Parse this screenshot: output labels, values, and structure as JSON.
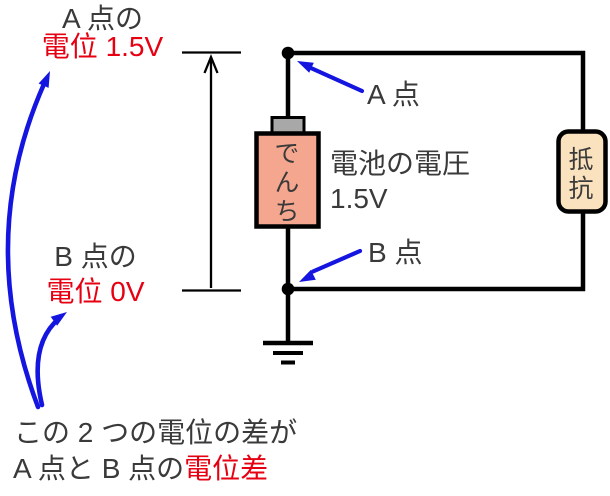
{
  "colors": {
    "wire": "#000000",
    "text": "#3a3a3a",
    "red": "#e60012",
    "blue": "#1515e0",
    "battery_body": "#f5a68f",
    "battery_cap": "#a8a8a8",
    "resistor_body": "#fae2be"
  },
  "potentials": {
    "point_a_line1": "A 点の",
    "point_a_line2": "電位 1.5V",
    "point_b_line1": "B 点の",
    "point_b_line2": "電位 0V"
  },
  "circuit": {
    "point_a_marker": "A 点",
    "point_b_marker": "B 点",
    "battery_voltage_line1": "電池の電圧",
    "battery_voltage_line2": "1.5V",
    "battery_label": "でんち",
    "resistor_label": "抵抗"
  },
  "caption": {
    "line1": "この 2 つの電位の差が",
    "line2_black": "A 点と B 点の",
    "line2_red": "電位差"
  }
}
